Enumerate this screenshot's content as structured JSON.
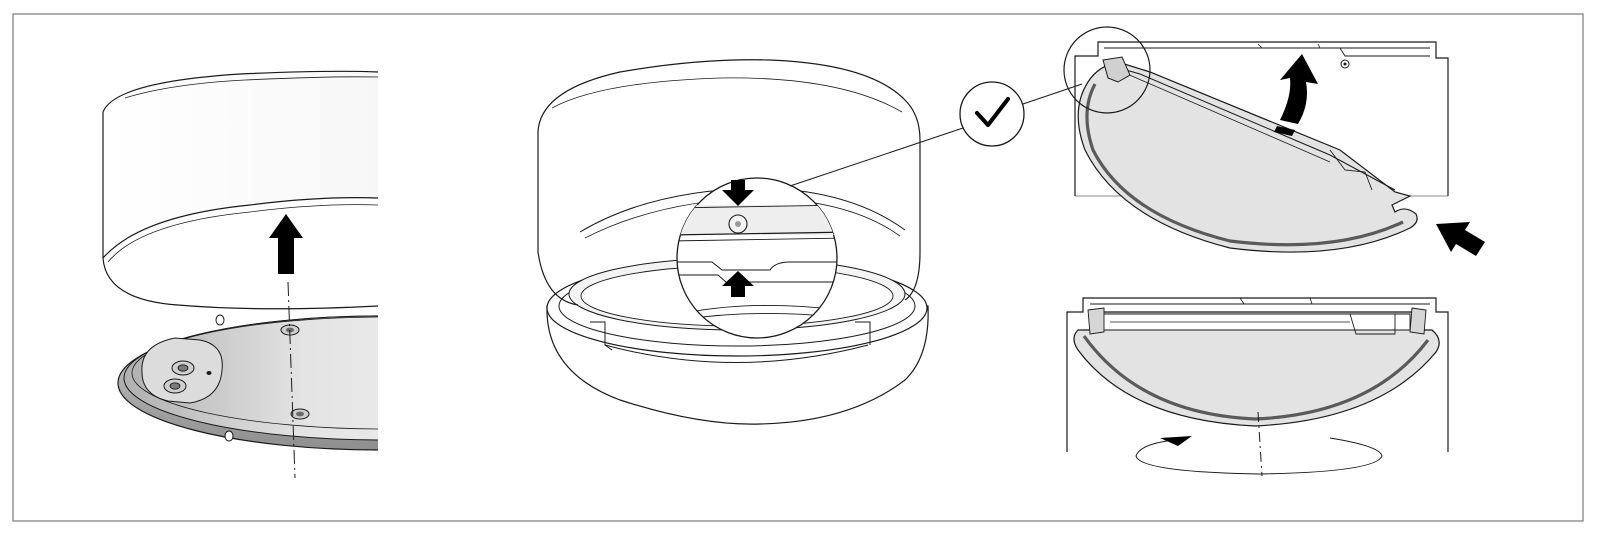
{
  "colors": {
    "line": "#1a1a1a",
    "frame": "#7a7a7a",
    "metal_light": "#f2f2f2",
    "metal_mid": "#d9d9d9",
    "metal_dark": "#a8a8a8",
    "glass": "#e6e6e6",
    "arrow": "#000000",
    "background": "#ffffff"
  },
  "steps": [
    {
      "id": "lift-shade",
      "icons": [
        "up-arrow-icon"
      ]
    },
    {
      "id": "align-diffuser",
      "icons": [
        "down-arrow-icon",
        "up-arrow-icon",
        "checkmark-icon"
      ]
    },
    {
      "id": "tilt-and-rotate",
      "icons": [
        "curved-up-arrow-icon",
        "push-arrow-icon",
        "rotate-arrow-icon"
      ]
    }
  ]
}
